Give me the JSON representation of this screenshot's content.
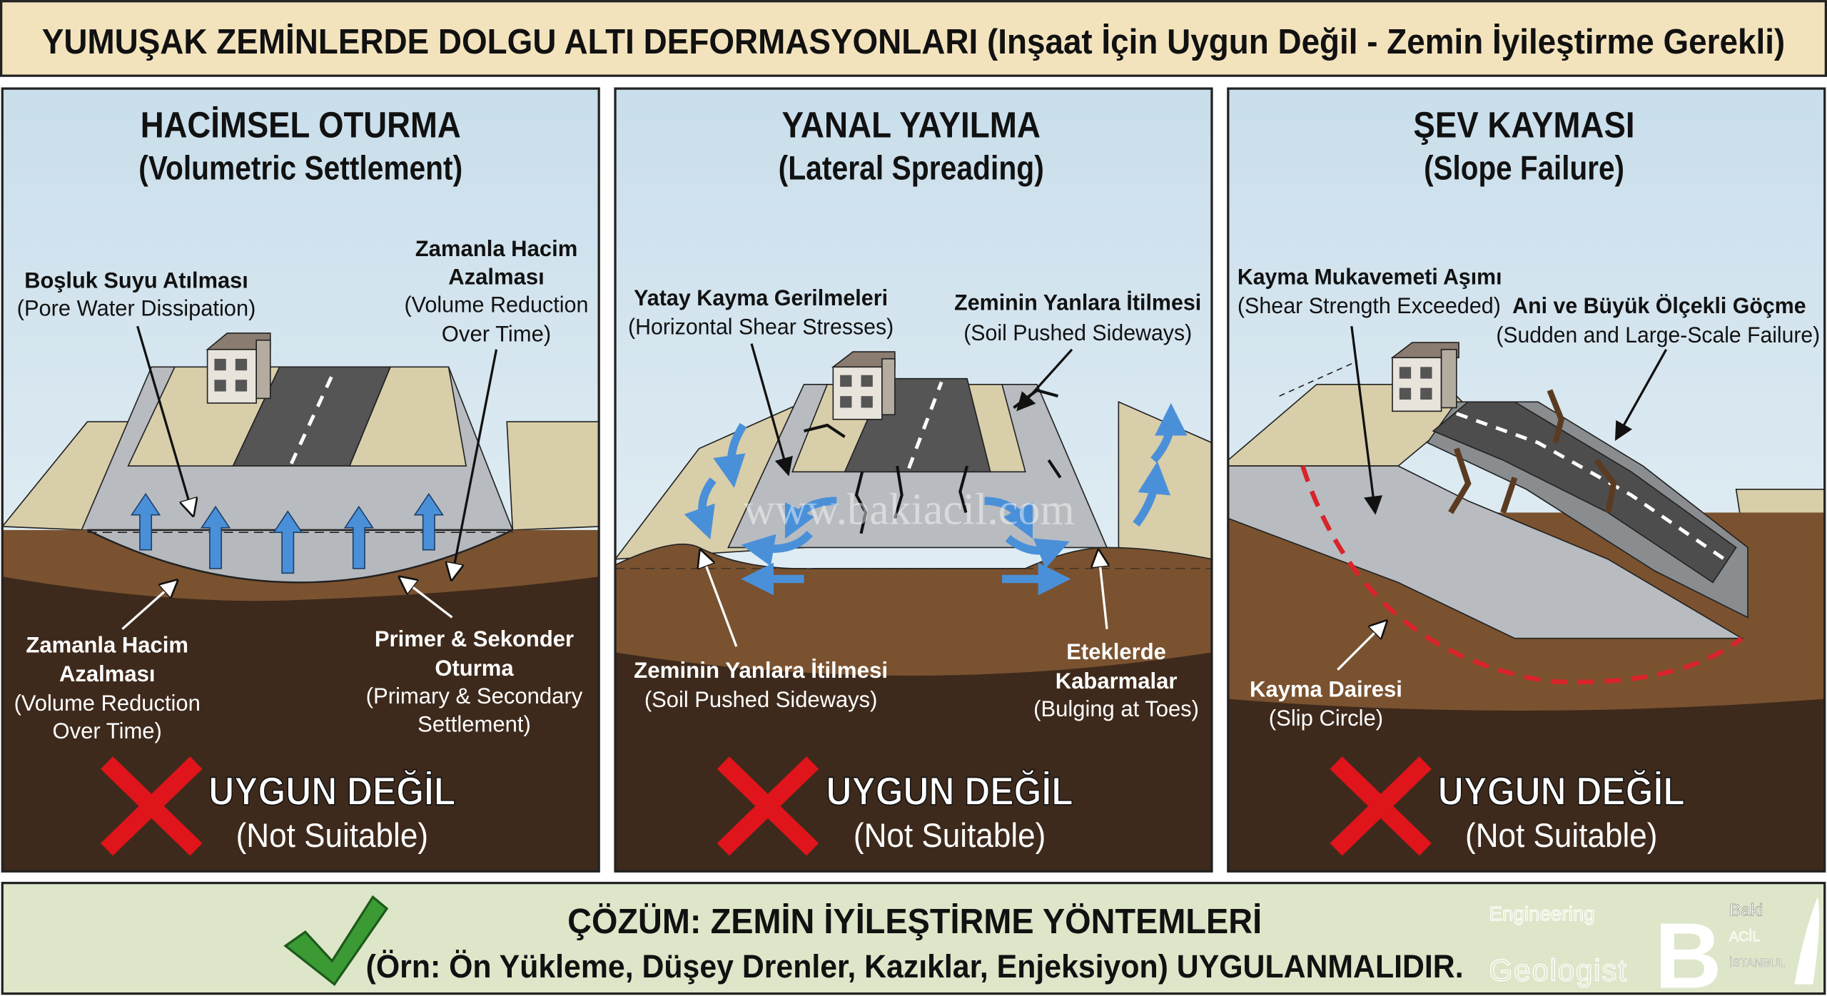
{
  "header": {
    "title": "YUMUŞAK ZEMİNLERDE DOLGU ALTI DEFORMASYONLARI (Inşaat İçin Uygun Değil - Zemin İyileştirme Gerekli)"
  },
  "panels": [
    {
      "title": "HACİMSEL OTURMA",
      "subtitle": "(Volumetric Settlement)",
      "labels": {
        "pore_tr": "Boşluk Suyu Atılması",
        "pore_en": "(Pore Water Dissipation)",
        "vol_top_tr1": "Zamanla Hacim",
        "vol_top_tr2": "Azalması",
        "vol_top_en1": "(Volume Reduction",
        "vol_top_en2": "Over Time)",
        "vol_bot_tr1": "Zamanla Hacim",
        "vol_bot_tr2": "Azalması",
        "vol_bot_en1": "(Volume Reduction",
        "vol_bot_en2": "Over Time)",
        "prim_tr1": "Primer & Sekonder",
        "prim_tr2": "Oturma",
        "prim_en1": "(Primary & Secondary",
        "prim_en2": "Settlement)"
      },
      "verdict": "UYGUN DEĞİL",
      "verdict_en": "(Not Suitable)"
    },
    {
      "title": "YANAL YAYILMA",
      "subtitle": "(Lateral Spreading)",
      "labels": {
        "shear_tr": "Yatay Kayma Gerilmeleri",
        "shear_en": "(Horizontal Shear Stresses)",
        "push_top_tr": "Zeminin Yanlara İtilmesi",
        "push_top_en": "(Soil Pushed Sideways)",
        "push_bot_tr": "Zeminin Yanlara İtilmesi",
        "push_bot_en": "(Soil Pushed Sideways)",
        "bulge_tr1": "Eteklerde",
        "bulge_tr2": "Kabarmalar",
        "bulge_en": "(Bulging at Toes)"
      },
      "watermark": "www.bakiacil.com",
      "verdict": "UYGUN DEĞİL",
      "verdict_en": "(Not Suitable)"
    },
    {
      "title": "ŞEV KAYMASI",
      "subtitle": "(Slope Failure)",
      "labels": {
        "strength_tr": "Kayma Mukavemeti Aşımı",
        "strength_en": "(Shear Strength Exceeded)",
        "sudden_tr": "Ani ve Büyük Ölçekli Göçme",
        "sudden_en": "(Sudden and Large-Scale Failure)",
        "slip_tr": "Kayma Dairesi",
        "slip_en": "(Slip Circle)"
      },
      "verdict": "UYGUN DEĞİL",
      "verdict_en": "(Not Suitable)"
    }
  ],
  "solution": {
    "title": "ÇÖZÜM: ZEMİN İYİLEŞTİRME YÖNTEMLERİ",
    "text": "(Örn: Ön Yükleme, Düşey Drenler, Kazıklar, Enjeksiyon) UYGULANMALIDIR.",
    "icon": "check-mark-icon"
  },
  "logo": {
    "initial": "B",
    "name": "Baki",
    "surname": "ACİL",
    "city": "İSTANBUL",
    "left": "Engineering",
    "bottom": "Geologist"
  },
  "colors": {
    "title_bg": "#f3e3bd",
    "solution_bg": "#dde6c9",
    "soil": "#7a5230",
    "soil_dark": "#3e2a1c",
    "arrow": "#4a90d9",
    "cross": "#e0141b",
    "check": "#3c9a35",
    "slip_circle": "#d8242a"
  }
}
